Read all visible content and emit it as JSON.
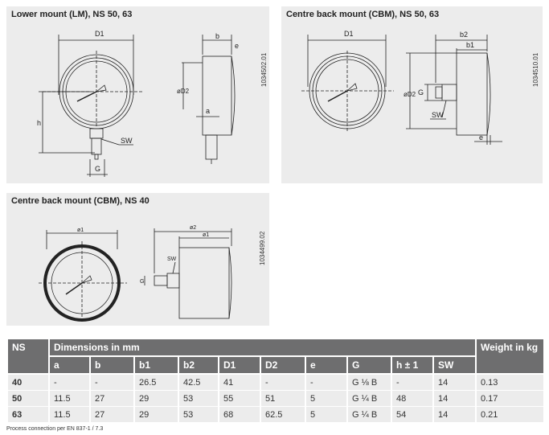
{
  "panels": [
    {
      "title": "Lower mount (LM), NS 50, 63",
      "doc_id": "1034502.01",
      "labels": {
        "D1": "D1",
        "b": "b",
        "e": "e",
        "D2": "øD2",
        "a": "a",
        "h": "h",
        "SW": "SW",
        "G": "G"
      }
    },
    {
      "title": "Centre back mount (CBM), NS 50, 63",
      "doc_id": "1034510.01",
      "labels": {
        "D1": "D1",
        "b2": "b2",
        "b1": "b1",
        "D2": "øD2",
        "G": "G",
        "SW": "SW",
        "e": "e"
      }
    },
    {
      "title": "Centre back mount (CBM), NS 40",
      "doc_id": "1034499.02",
      "labels": {
        "D1": "ø1",
        "b2": "ø2",
        "b1": "ø1",
        "SW": "SW",
        "G": "G"
      }
    }
  ],
  "table": {
    "header": {
      "ns": "NS",
      "dims": "Dimensions in mm",
      "weight": "Weight in kg"
    },
    "columns": [
      "a",
      "b",
      "b1",
      "b2",
      "D1",
      "D2",
      "e",
      "G",
      "h ± 1",
      "SW"
    ],
    "rows": [
      {
        "ns": "40",
        "values": [
          "-",
          "-",
          "26.5",
          "42.5",
          "41",
          "-",
          "-",
          "G ⅛ B",
          "-",
          "14"
        ],
        "weight": "0.13"
      },
      {
        "ns": "50",
        "values": [
          "11.5",
          "27",
          "29",
          "53",
          "55",
          "51",
          "5",
          "G ¼ B",
          "48",
          "14"
        ],
        "weight": "0.17"
      },
      {
        "ns": "63",
        "values": [
          "11.5",
          "27",
          "29",
          "53",
          "68",
          "62.5",
          "5",
          "G ¼ B",
          "54",
          "14"
        ],
        "weight": "0.21"
      }
    ]
  },
  "footnote": "Process connection per EN 837-1 / 7.3"
}
